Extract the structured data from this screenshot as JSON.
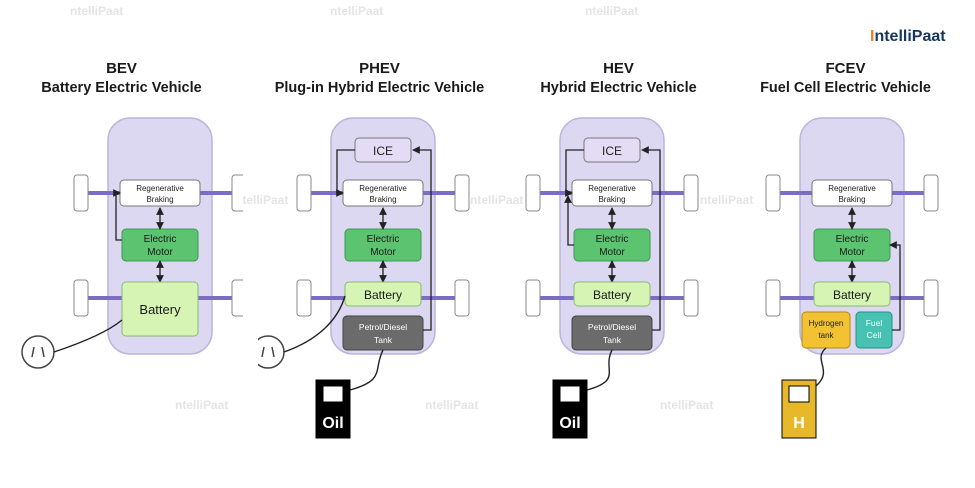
{
  "brand": {
    "name": "ntelliPaat",
    "mark": "I",
    "watermark": "ntelliPaat"
  },
  "panels": [
    {
      "abbr": "BEV",
      "name": "Battery Electric Vehicle",
      "regen": [
        "Regenerative",
        "Braking"
      ],
      "motor": [
        "Electric",
        "Motor"
      ],
      "battery": "Battery"
    },
    {
      "abbr": "PHEV",
      "name": "Plug-in Hybrid Electric Vehicle",
      "ice": "ICE",
      "regen": [
        "Regenerative",
        "Braking"
      ],
      "motor": [
        "Electric",
        "Motor"
      ],
      "battery": "Battery",
      "tank": [
        "Petrol/Diesel",
        "Tank"
      ],
      "fuel": "Oil"
    },
    {
      "abbr": "HEV",
      "name": "Hybrid Electric Vehicle",
      "ice": "ICE",
      "regen": [
        "Regenerative",
        "Braking"
      ],
      "motor": [
        "Electric",
        "Motor"
      ],
      "battery": "Battery",
      "tank": [
        "Petrol/Diesel",
        "Tank"
      ],
      "fuel": "Oil"
    },
    {
      "abbr": "FCEV",
      "name": "Fuel Cell Electric Vehicle",
      "regen": [
        "Regenerative",
        "Braking"
      ],
      "motor": [
        "Electric",
        "Motor"
      ],
      "battery": "Battery",
      "hydrogen": [
        "Hydrogen",
        "tank"
      ],
      "fuelcell": [
        "Fuel",
        "Cell"
      ],
      "fuel": "H"
    }
  ],
  "colors": {
    "car": "#dcd8f2",
    "carBorder": "#bcb4dc",
    "axle": "#7b6cc4",
    "motor": "#5cc370",
    "battery": "#d6f5b4",
    "tank": "#6b6b6b",
    "hydrogen": "#f2c233",
    "fuelcell": "#47c1b2",
    "ice": "#e4dcf4"
  }
}
